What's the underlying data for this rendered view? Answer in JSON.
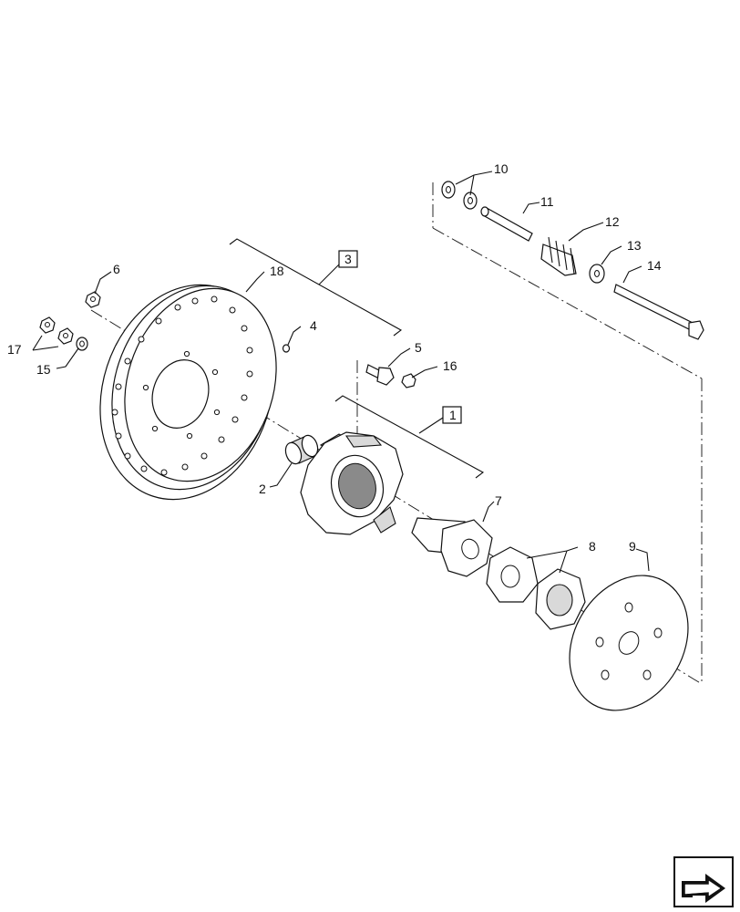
{
  "callouts": {
    "c1": "1",
    "c2": "2",
    "c3": "3",
    "c4": "4",
    "c5": "5",
    "c6": "6",
    "c7": "7",
    "c8": "8",
    "c9": "9",
    "c10": "10",
    "c11": "11",
    "c12": "12",
    "c13": "13",
    "c14": "14",
    "c15": "15",
    "c16": "16",
    "c17": "17",
    "c18": "18"
  },
  "icons": {
    "corner": "navigation-arrow-icon"
  }
}
